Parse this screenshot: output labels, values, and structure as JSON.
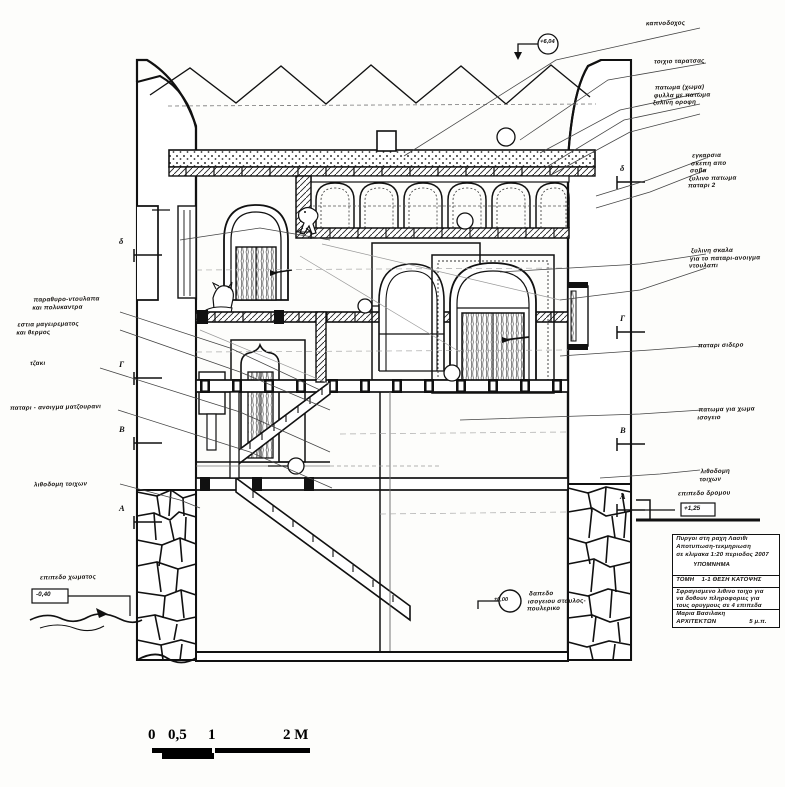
{
  "drawing": {
    "type": "architectural-section",
    "title_block": {
      "lines": [
        "Πυργοι στη ραχη Λασιθι",
        "Αποτυπωση-τεκμηριωση",
        "σε κλιμακα 1:20 περιοδος 2007",
        "ΥΠΟΜΝΗΜΑ",
        "ΤΟΜΗ    1-1 ΘΕΣΗ ΚΑΤΟΨΗΣ",
        "Σφραγισμενο λιθινο τοιχο για",
        "να δοθουν πληροφοριες για",
        "τους ορυγμους σε 4 επιπεδα",
        "Μαρια Βασιλακη",
        "ΑΡΧΙΤΕΚΤΩΝ",
        "5 μ.π."
      ]
    },
    "scale_bar": {
      "labels": [
        "0",
        "0,5",
        "1",
        "2 M"
      ],
      "unit": "M"
    },
    "elevations": [
      {
        "id": "roof-peak",
        "value": "+6,04"
      },
      {
        "id": "street-level",
        "value": "+1,25",
        "label": "επιπεδο δρομου"
      },
      {
        "id": "ground-floor",
        "value": "±0,00",
        "label": "δαπεδο ισογειου σταυλος-πουλερικο"
      },
      {
        "id": "earth-level",
        "value": "-0,40",
        "label": "επιπεδο χωματος"
      }
    ],
    "annotations_right": [
      {
        "id": "chimney",
        "text": "καπνοδοχος"
      },
      {
        "id": "parapet",
        "text": "τοιχιο ταρατσας"
      },
      {
        "id": "roof-stack",
        "text": "πατωμα (χωμα)\nφυλλα με πατωμα\nξυλινη οροφη"
      },
      {
        "id": "shelf-niches",
        "text": "εγκαρσια\nσκεπη απο\nσοβα\nξυλινο πατωμα\nπαταρι 2"
      },
      {
        "id": "stair-opening",
        "text": "ξυλινη σκαλα\nγια το παταρι-ανοιγμα\nντουλαπι"
      },
      {
        "id": "iron-bar",
        "text": "παταρι σιδερο"
      },
      {
        "id": "plaster-mortar",
        "text": "πατωμα για χωμα\nισογειο"
      },
      {
        "id": "stone-walls-right",
        "text": "λιθοδομη\nτοιχων"
      }
    ],
    "annotations_left": [
      {
        "id": "window-cupboard",
        "text": "παραθυρο-ντουλαπα\nκαι πολυκαντρα"
      },
      {
        "id": "hearth",
        "text": "εστια μαγειρεματος\nκαι θερμος"
      },
      {
        "id": "fireplace",
        "text": "τζακι"
      },
      {
        "id": "loft-opening",
        "text": "παταρι - ανοιγμα ματζουρανι"
      },
      {
        "id": "stone-walls-left",
        "text": "λιθοδομη τοιχων"
      },
      {
        "id": "earth-level-note",
        "text": "επιπεδο χωματος"
      }
    ],
    "section_markers_left": [
      "δ",
      "Γ",
      "Β",
      "Α"
    ],
    "section_markers_right": [
      "δ",
      "Γ",
      "Β",
      "Α"
    ],
    "interior_labels": [
      {
        "id": "ground-floor-use",
        "text": "δαπεδο\nισογειου σταυλος-\nπουλερικο"
      }
    ]
  }
}
